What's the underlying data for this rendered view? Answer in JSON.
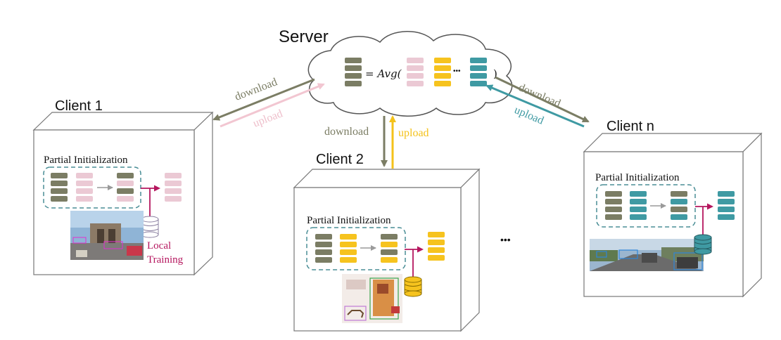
{
  "server": {
    "title": "Server",
    "formula_eq": "= Avg(",
    "formula_dots": "•••",
    "formula_close": ")"
  },
  "clients": {
    "c1": {
      "title": "Client 1",
      "panel_title": "Partial Initialization",
      "train_label_line1": "Local",
      "train_label_line2": "Training"
    },
    "c2": {
      "title": "Client 2",
      "panel_title": "Partial Initialization"
    },
    "cn": {
      "title": "Client n",
      "panel_title": "Partial Initialization"
    }
  },
  "arrows": {
    "download": "download",
    "upload": "upload"
  },
  "ellipsis": "•••",
  "colors": {
    "global": "#7b7d64",
    "client1": "#ebc9d4",
    "client2": "#f6c31e",
    "clientn": "#3f9aa3",
    "upload1": "#f2c6d1",
    "upload2": "#f4c21a",
    "uploadn": "#3f9aa3",
    "train_arrow": "#b5165e",
    "dashed": "#4a8e96"
  },
  "icons": [
    "cloud-icon",
    "database-icon",
    "photo-icon"
  ]
}
